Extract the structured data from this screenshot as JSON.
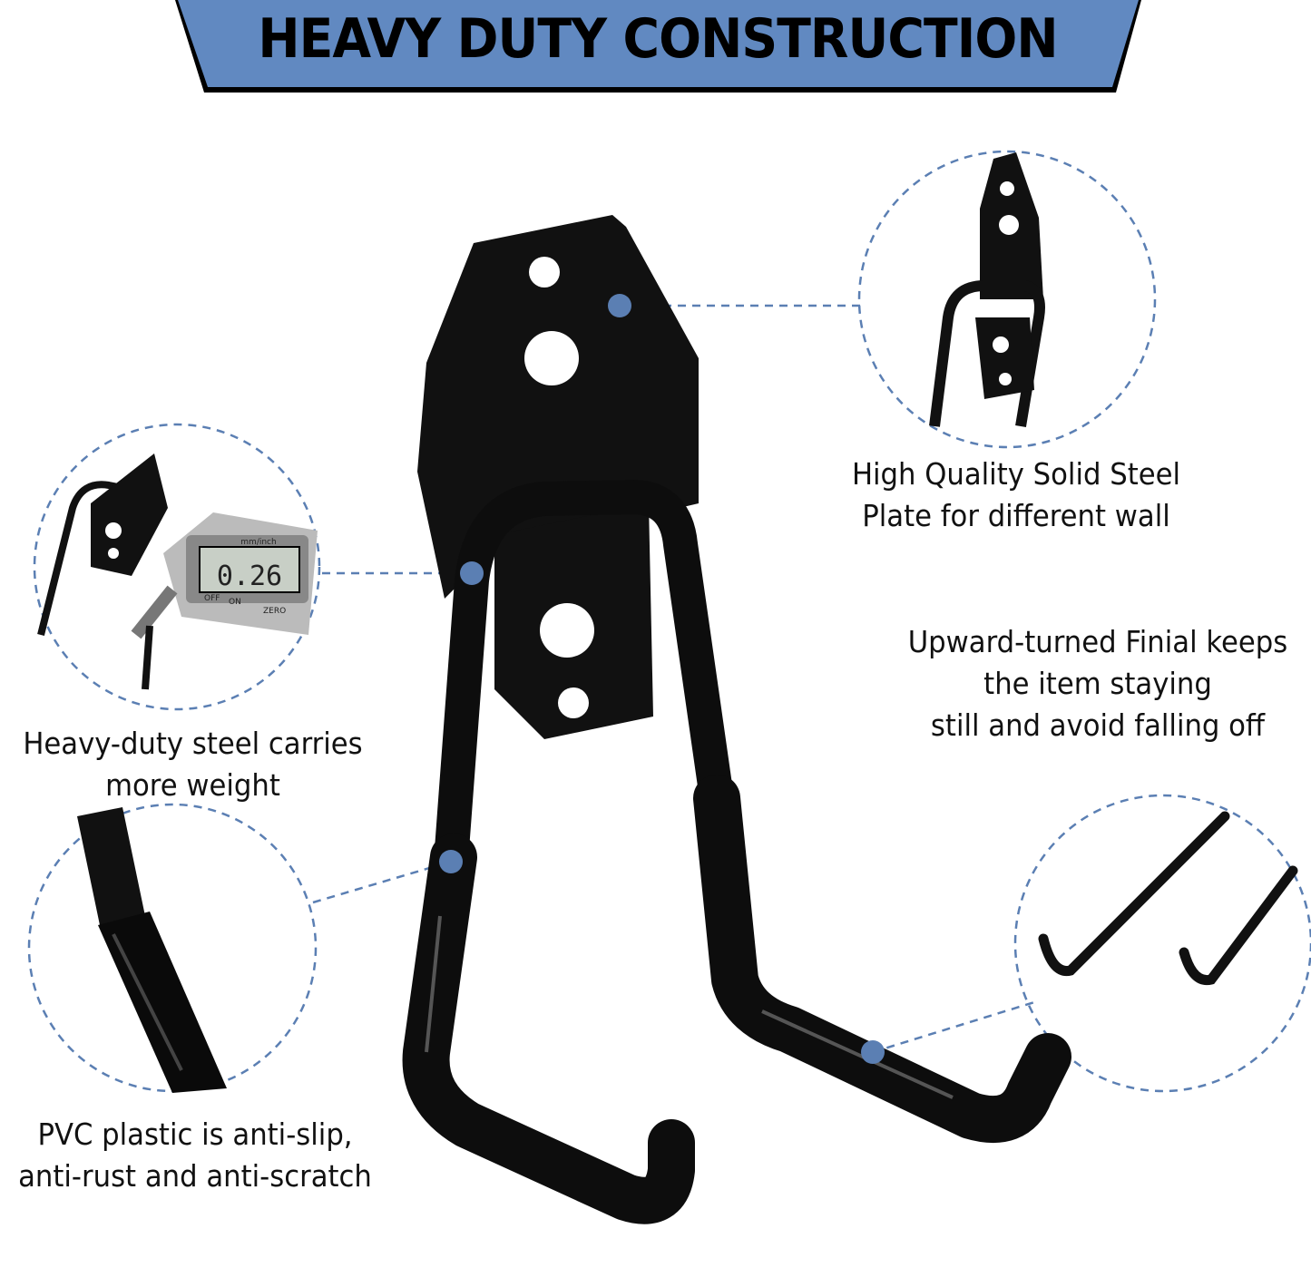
{
  "banner": {
    "title": "HEAVY DUTY CONSTRUCTION",
    "color": "#6189c1"
  },
  "callouts": {
    "plate": {
      "lines": [
        "High Quality Solid Steel",
        "Plate for different wall"
      ]
    },
    "finial": {
      "lines": [
        "Upward-turned Finial keeps",
        "the item staying",
        "still and avoid falling off"
      ]
    },
    "steel": {
      "lines": [
        "Heavy-duty steel carries",
        "more weight"
      ]
    },
    "pvc": {
      "lines": [
        "PVC plastic is anti-slip,",
        "anti-rust and anti-scratch"
      ]
    }
  },
  "caliper": {
    "reading": "0.26",
    "unit_label": "mm/inch",
    "off_label": "OFF",
    "on_label": "ON",
    "zero_label": "ZERO"
  },
  "accent_color": "#5b7fb3"
}
